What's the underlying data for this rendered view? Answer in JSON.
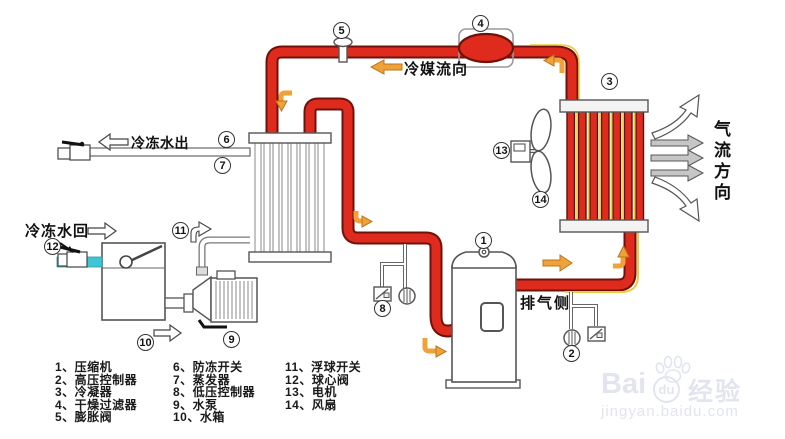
{
  "diagram": {
    "callouts": {
      "c1": "1",
      "c2": "2",
      "c3": "3",
      "c4": "4",
      "c5": "5",
      "c6": "6",
      "c7": "7",
      "c8": "8",
      "c9": "9",
      "c10": "10",
      "c11": "11",
      "c12": "12",
      "c13": "13",
      "c14": "14"
    },
    "labels": {
      "refrigerant_flow": "冷媒流向",
      "airflow_direction": "气流方向",
      "chilled_water_out": "冷冻水出",
      "chilled_water_return": "冷冻水回",
      "discharge_side": "排气侧"
    },
    "colors": {
      "pipe_red": "#df2b1d",
      "pipe_outline": "#6f120b",
      "arrow_orange": "#f0a23a",
      "water_cyan": "#3fc6d5",
      "coil_yellow": "#e6cd3f"
    }
  },
  "legend": {
    "columns": [
      [
        "1、压缩机",
        "2、高压控制器",
        "3、冷凝器",
        "4、干燥过滤器",
        "5、膨胀阀"
      ],
      [
        "6、防冻开关",
        "7、蒸发器",
        "8、低压控制器",
        "9、水泵",
        "10、水箱"
      ],
      [
        "11、浮球开关",
        "12、球心阀",
        "13、电机",
        "14、风扇"
      ]
    ]
  },
  "watermark": {
    "bai": "Bai",
    "du": "du",
    "suffix": "经验",
    "url": "jingyan.baidu.com"
  }
}
